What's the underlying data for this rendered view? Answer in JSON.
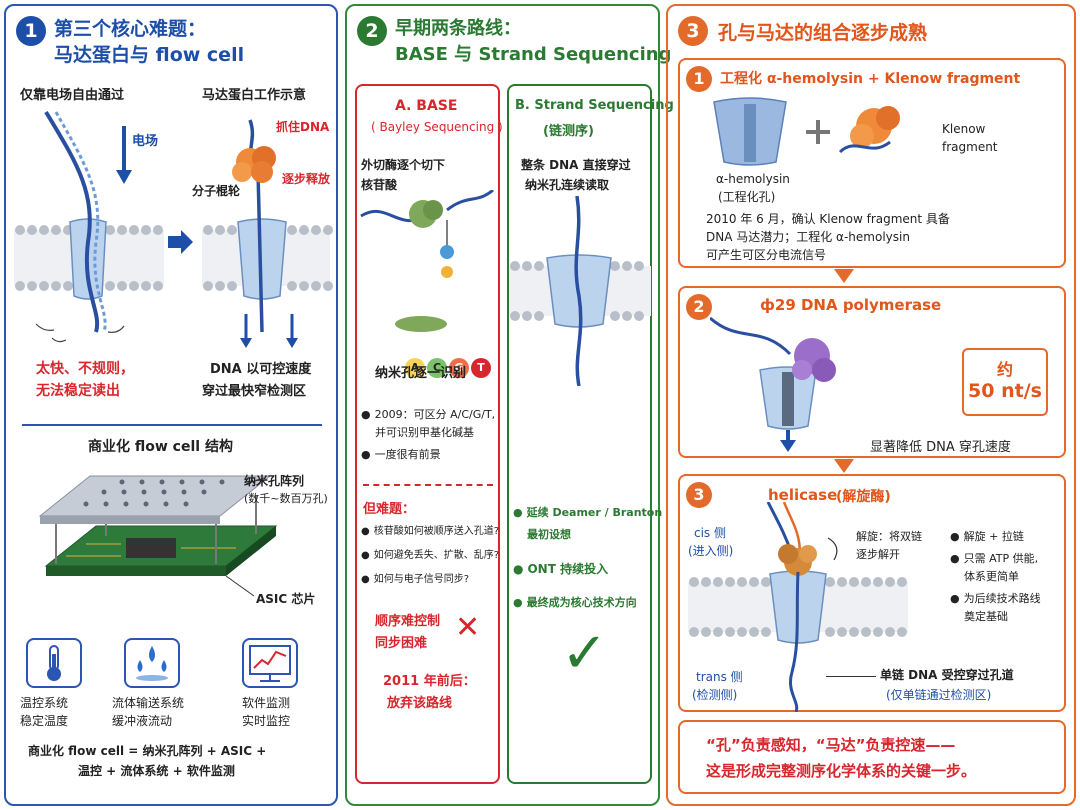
{
  "panel1": {
    "number": "1",
    "title_line1": "第三个核心难题：",
    "title_line2": "马达蛋白与 flow cell",
    "left_label": "仅靠电场自由通过",
    "field_label": "电场",
    "right_label": "马达蛋白工作示意",
    "grab_label": "抓住DNA",
    "gear_label": "分子棍轮",
    "release_label": "逐步释放",
    "left_result_line1": "太快、不规则，",
    "left_result_line2": "无法稳定读出",
    "right_result_line1": "DNA 以可控速度",
    "right_result_line2": "穿过最快窄检测区",
    "flowcell_title": "商业化 flow cell 结构",
    "array_label_line1": "纳米孔阵列",
    "array_label_line2": "(数千~数百万孔)",
    "asic_label": "ASIC 芯片",
    "icons": [
      {
        "icon": "thermometer-icon",
        "line1": "温控系统",
        "line2": "稳定温度"
      },
      {
        "icon": "fluid-drops-icon",
        "line1": "流体输送系统",
        "line2": "缓冲液流动"
      },
      {
        "icon": "monitor-chart-icon",
        "line1": "软件监测",
        "line2": "实时监控"
      }
    ],
    "formula_line1": "商业化  flow cell  =  纳米孔阵列 + ASIC +",
    "formula_line2": "温控  +  流体系统  +  软件监测"
  },
  "panel2": {
    "number": "2",
    "title_line1": "早期两条路线：",
    "title_line2": "BASE 与 Strand Sequencing",
    "a_title": "A. BASE",
    "a_subtitle": "( Bayley Sequencing )",
    "a_desc_line1": "外切酶逐个切下",
    "a_desc_line2": "核苷酸",
    "bases": [
      "A",
      "C",
      "G",
      "T"
    ],
    "a_identify": "纳米孔逐一识别",
    "a_bullets": [
      "2009：可区分 A/C/G/T,",
      "并可识别甲基化碱基",
      "一度很有前景"
    ],
    "a_problem_title": "但难题：",
    "a_problems": [
      "核苷酸如何被顺序送入孔道?",
      "如何避免丢失、扩散、乱序?",
      "如何与电子信号同步?"
    ],
    "a_verdict_line1": "顺序难控制",
    "a_verdict_line2": "同步困难",
    "a_year_line1": "2011 年前后：",
    "a_year_line2": "放弃该路线",
    "b_title": "B. Strand Sequencing",
    "b_subtitle": "(链测序)",
    "b_desc_line1": "整条 DNA 直接穿过",
    "b_desc_line2": "纳米孔连续读取",
    "b_bullets": [
      "延续 Deamer / Branton",
      "最初设想",
      "ONT 持续投入",
      "最终成为核心技术方向"
    ]
  },
  "panel3": {
    "number": "3",
    "title": "孔与马达的组合逐步成熟",
    "s1_num": "1",
    "s1_title": "工程化 α-hemolysin + Klenow fragment",
    "s1_pore_line1": "α-hemolysin",
    "s1_pore_line2": "(工程化孔)",
    "s1_klenow_line1": "Klenow",
    "s1_klenow_line2": "fragment",
    "s1_desc_line1": "2010 年 6 月，确认 Klenow fragment 具备",
    "s1_desc_line2": "DNA 马达潜力；工程化 α-hemolysin",
    "s1_desc_line3": "可产生可区分电流信号",
    "s2_num": "2",
    "s2_title": "ф29 DNA polymerase",
    "s2_rate_line1": "约",
    "s2_rate_line2": "50 nt/s",
    "s2_desc": "显著降低 DNA 穿孔速度",
    "s3_num": "3",
    "s3_title": "helicase",
    "s3_title_cn": "(解旋酶)",
    "cis_line1": "cis 侧",
    "cis_line2": "(进入侧)",
    "unwind_line1": "解旋：将双链",
    "unwind_line2": "逐步解开",
    "s3_bullets": [
      "解旋 + 拉链",
      "只需 ATP 供能,",
      "体系更简单",
      "为后续技术路线",
      "奠定基础"
    ],
    "trans_line1": "trans 侧",
    "trans_line2": "(检测侧)",
    "ss_line1": "单链 DNA  受控穿过孔道",
    "ss_line2": "(仅单链通过检测区)",
    "bottom_line1": "“孔”负责感知，“马达”负责控速——",
    "bottom_line2": "这是形成完整测序化学体系的关键一步。"
  },
  "colors": {
    "blue": "#1e4fa8",
    "green": "#2a7a32",
    "orange": "#e36a2b",
    "red": "#d8262d"
  }
}
